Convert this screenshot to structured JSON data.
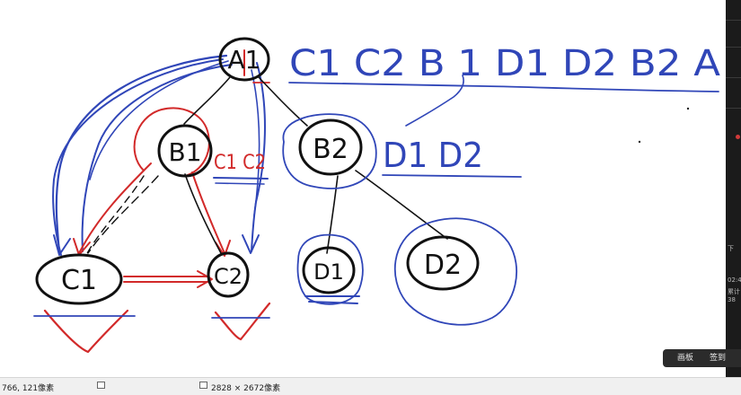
{
  "whiteboard": {
    "nodes": {
      "a1": "A1",
      "b1": "B1",
      "b2": "B2",
      "c1": "C1",
      "c2": "C2",
      "d1": "D1",
      "d2": "D2"
    },
    "notes": {
      "order_top": "C1 C2 B 1 D1 D2 B2 A",
      "c_pair": "C1 C2",
      "d_pair": "D1 D2"
    },
    "ink_colors": {
      "black": "#111111",
      "blue": "#3046b8",
      "red": "#d22a2a"
    }
  },
  "right_panel": {
    "clock": "02:4",
    "label_1": "下",
    "label_2": "累计",
    "label_3": "38"
  },
  "float_toolbar": {
    "btn_1": "画板",
    "btn_2": "签到"
  },
  "status_bar": {
    "cursor_pos": "766, 121像素",
    "image_size": "2828 × 2672像素"
  }
}
